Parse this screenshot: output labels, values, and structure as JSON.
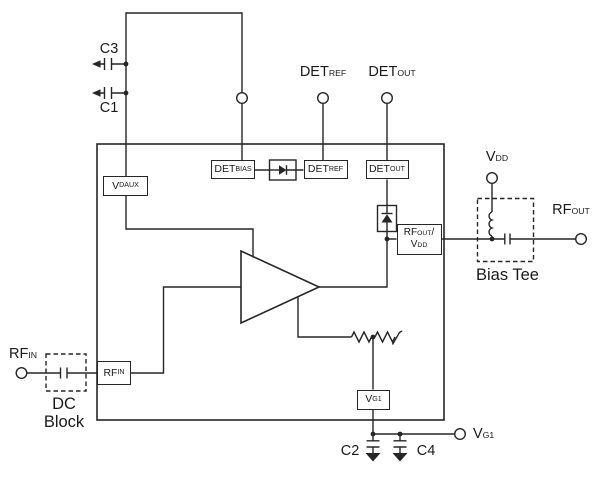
{
  "colors": {
    "line": "#262626",
    "background": "#ffffff"
  },
  "labels": {
    "c3": "C3",
    "c1": "C1",
    "c2": "C2",
    "c4": "C4",
    "bias_tee": "Bias Tee",
    "dc_block": {
      "line1": "DC",
      "line2": "Block"
    },
    "det_ref_top": {
      "main": "DET",
      "sub": "REF"
    },
    "det_out_top": {
      "main": "DET",
      "sub": "OUT"
    },
    "vdd": {
      "main": "V",
      "sub": "DD"
    },
    "rf_out": {
      "main": "RF",
      "sub": "OUT"
    },
    "rf_in": {
      "main": "RF",
      "sub": "IN"
    },
    "vg1": {
      "main": "V",
      "sub": "G1"
    }
  },
  "ic_blocks": {
    "vdaux": {
      "main": "V",
      "sub": "DAUX"
    },
    "det_bias": {
      "main": "DET",
      "sub": "BIAS"
    },
    "det_ref": {
      "main": "DET",
      "sub": "REF"
    },
    "det_out": {
      "main": "DET",
      "sub": "OUT"
    },
    "rf_out_vdd": {
      "l1_main": "RF",
      "l1_sub": "OUT",
      "l1_suffix": "/",
      "l2_main": "V",
      "l2_sub": "DD"
    },
    "rf_in": {
      "main": "RF",
      "sub": "IN"
    },
    "vg1": {
      "main": "V",
      "sub": "G1"
    }
  }
}
